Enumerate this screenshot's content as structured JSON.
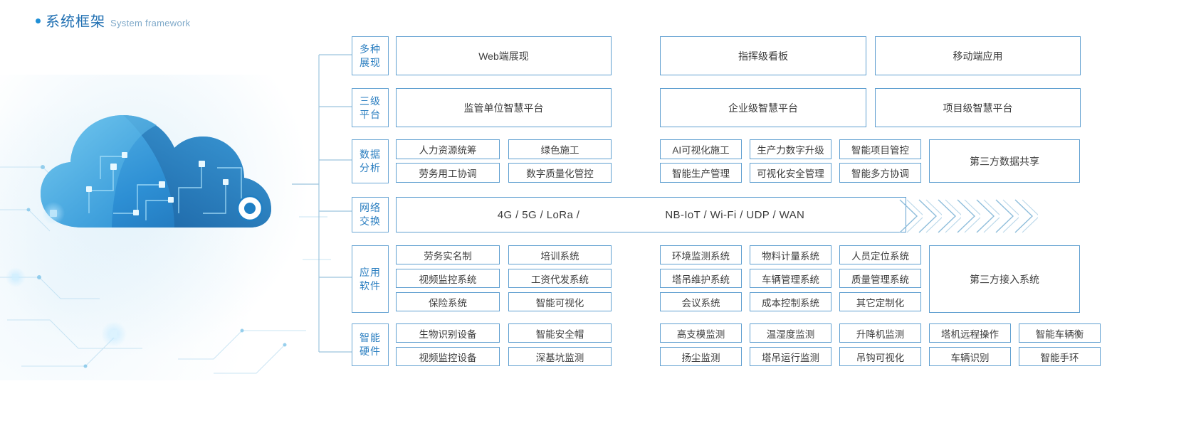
{
  "header": {
    "title_cn": "系统框架",
    "title_en": "System framework",
    "accent": "#1f6fb2",
    "dot_color": "#1f8fd6"
  },
  "decoration": {
    "cloud_icon": "cloud-network-illustration",
    "node_icon": "connection-node-icon"
  },
  "theme": {
    "border": "#5f9fd0",
    "label_text": "#2a7ec0",
    "body_text": "#3c3c3c"
  },
  "rows": [
    {
      "id": "display",
      "label": "多种\n展现",
      "label_line1": "多种",
      "label_line2": "展现",
      "left_items": [
        "Web端展现"
      ],
      "right_items": [
        "指挥级看板",
        "移动端应用"
      ],
      "third_party": null
    },
    {
      "id": "platform",
      "label_line1": "三级",
      "label_line2": "平台",
      "left_items": [
        "监管单位智慧平台"
      ],
      "right_items": [
        "企业级智慧平台",
        "项目级智慧平台"
      ],
      "third_party": null
    },
    {
      "id": "data-analysis",
      "label_line1": "数据",
      "label_line2": "分析",
      "left_rows": [
        [
          "人力资源统筹",
          "绿色施工"
        ],
        [
          "劳务用工协调",
          "数字质量化管控"
        ]
      ],
      "right_rows": [
        [
          "AI可视化施工",
          "生产力数字升级",
          "智能项目管控"
        ],
        [
          "智能生产管理",
          "可视化安全管理",
          "智能多方协调"
        ]
      ],
      "third_party": "第三方数据共享"
    },
    {
      "id": "network",
      "label_line1": "网络",
      "label_line2": "交换",
      "network_left": "4G / 5G / LoRa /",
      "network_right": "NB-IoT / Wi-Fi / UDP / WAN",
      "chevron_count": 7
    },
    {
      "id": "application",
      "label_line1": "应用",
      "label_line2": "软件",
      "left_rows": [
        [
          "劳务实名制",
          "培训系统"
        ],
        [
          "视频监控系统",
          "工资代发系统"
        ],
        [
          "保险系统",
          "智能可视化"
        ]
      ],
      "right_rows": [
        [
          "环境监测系统",
          "物料计量系统",
          "人员定位系统"
        ],
        [
          "塔吊维护系统",
          "车辆管理系统",
          "质量管理系统"
        ],
        [
          "会议系统",
          "成本控制系统",
          "其它定制化"
        ]
      ],
      "third_party": "第三方接入系统"
    },
    {
      "id": "hardware",
      "label_line1": "智能",
      "label_line2": "硬件",
      "left_rows": [
        [
          "生物识别设备",
          "智能安全帽"
        ],
        [
          "视频监控设备",
          "深基坑监测"
        ]
      ],
      "right_rows": [
        [
          "高支模监测",
          "温湿度监测",
          "升降机监测"
        ],
        [
          "扬尘监测",
          "塔吊运行监测",
          "吊钩可视化"
        ]
      ],
      "far_rows": [
        [
          "塔机远程操作",
          "智能车辆衡"
        ],
        [
          "车辆识别",
          "智能手环"
        ]
      ],
      "third_party": null
    }
  ]
}
